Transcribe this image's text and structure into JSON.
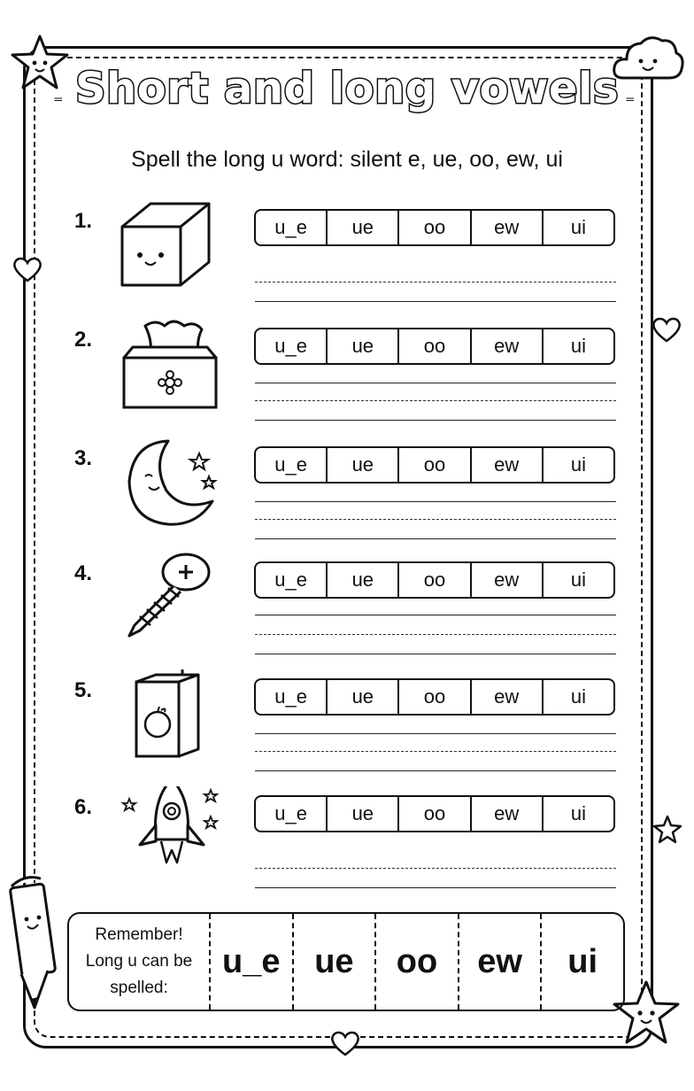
{
  "header": {
    "title": "Short and long vowels",
    "subtitle": "Spell the long u word: silent e, ue, oo, ew, ui"
  },
  "questions": [
    {
      "number": "1.",
      "picture_icon": "cube-icon",
      "choices": [
        "u_e",
        "ue",
        "oo",
        "ew",
        "ui"
      ]
    },
    {
      "number": "2.",
      "picture_icon": "tissue-box-icon",
      "choices": [
        "u_e",
        "ue",
        "oo",
        "ew",
        "ui"
      ]
    },
    {
      "number": "3.",
      "picture_icon": "moon-icon",
      "choices": [
        "u_e",
        "ue",
        "oo",
        "ew",
        "ui"
      ]
    },
    {
      "number": "4.",
      "picture_icon": "screw-icon",
      "choices": [
        "u_e",
        "ue",
        "oo",
        "ew",
        "ui"
      ]
    },
    {
      "number": "5.",
      "picture_icon": "juice-box-icon",
      "choices": [
        "u_e",
        "ue",
        "oo",
        "ew",
        "ui"
      ]
    },
    {
      "number": "6.",
      "picture_icon": "rocket-icon",
      "choices": [
        "u_e",
        "ue",
        "oo",
        "ew",
        "ui"
      ]
    }
  ],
  "remember": {
    "line1": "Remember!",
    "line2": "Long u can be",
    "line3": "spelled:",
    "spellings": [
      "u_e",
      "ue",
      "oo",
      "ew",
      "ui"
    ]
  },
  "decorations": [
    "star-face-icon",
    "cloud-face-icon",
    "heart-icon",
    "pencil-face-icon",
    "star-icon"
  ],
  "colors": {
    "ink": "#111111",
    "paper": "#ffffff"
  }
}
